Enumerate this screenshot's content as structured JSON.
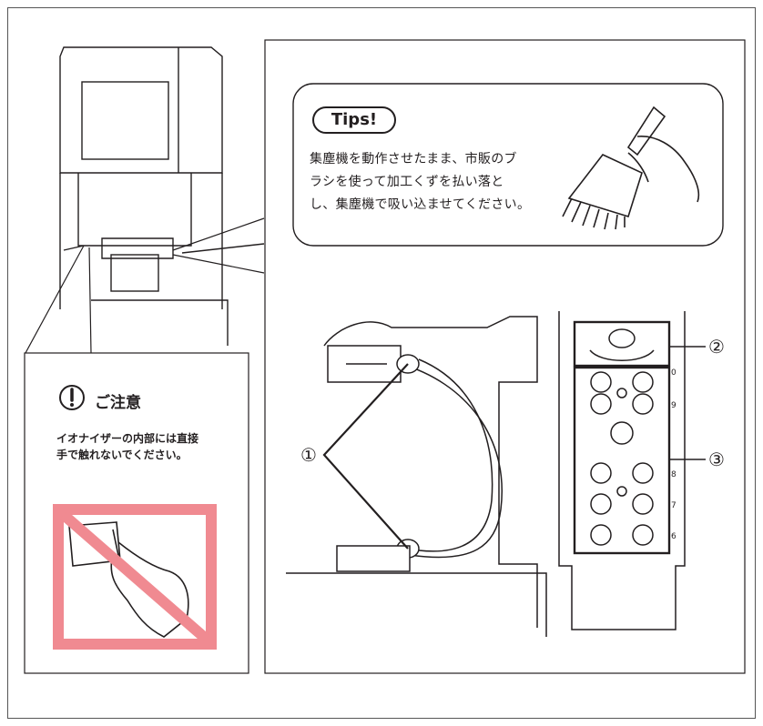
{
  "tips": {
    "badge": "Tips!",
    "lines": [
      "集塵機を動作させたまま、市販のブ",
      "ラシを使って加工くずを払い落と",
      "し、集塵機で吸い込ませてください。"
    ]
  },
  "caution": {
    "title": "ご注意",
    "lines": [
      "イオナイザーの内部には直接",
      "手で触れないでください。"
    ],
    "prohibition_color": "#f08a91"
  },
  "callouts": {
    "c1": "①",
    "c2": "②",
    "c3": "③"
  },
  "side_numbers": [
    "0",
    "9",
    "8",
    "7",
    "6"
  ]
}
